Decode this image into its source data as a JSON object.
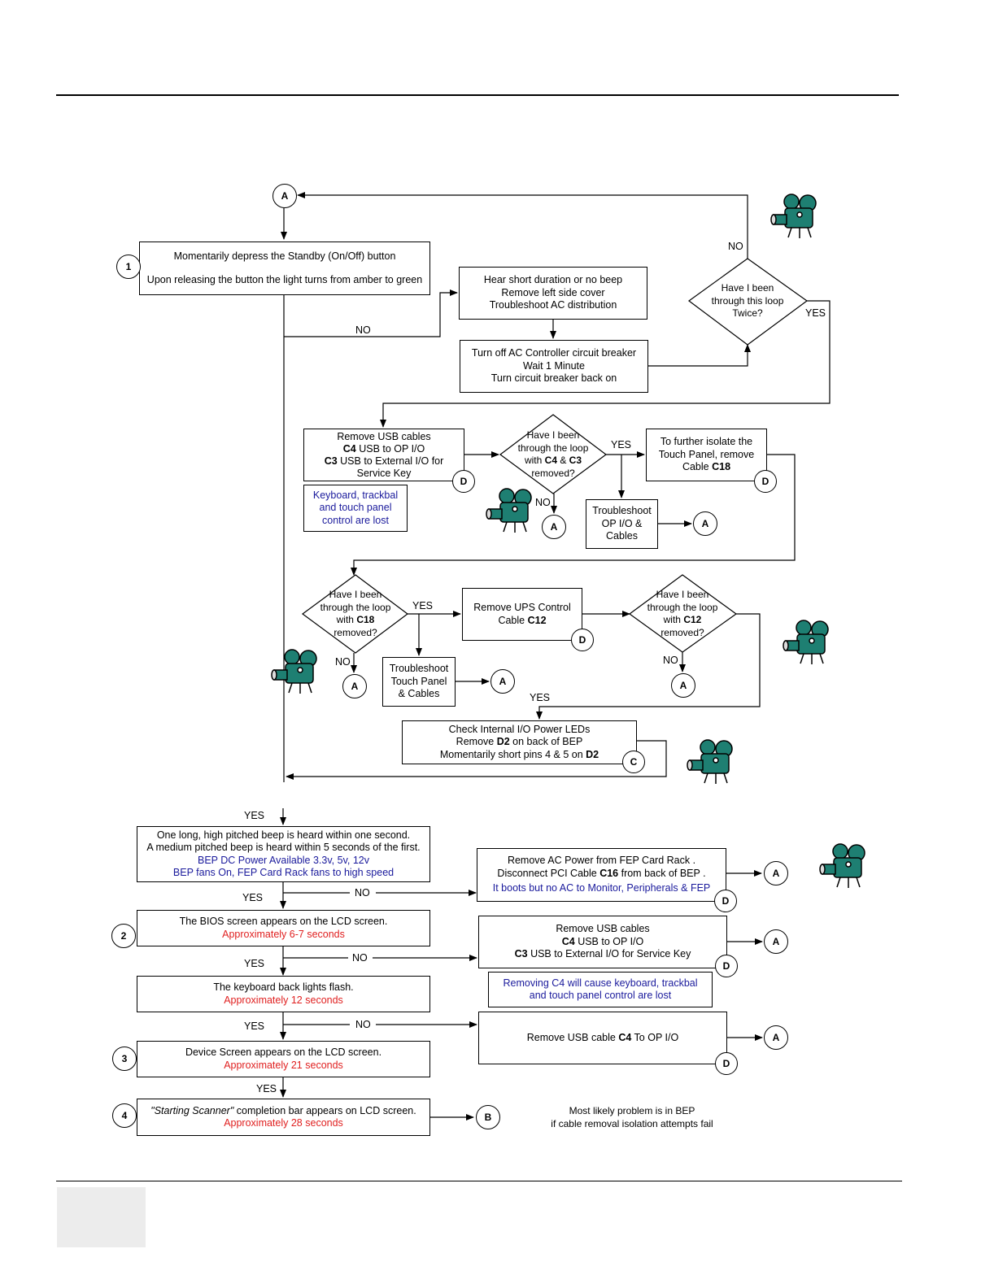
{
  "loop": {
    "step1": {
      "num": "1",
      "line1": "Momentarily depress the Standby (On/Off) button",
      "line2": "Upon releasing the button the light turns from amber to green"
    },
    "beep": {
      "line1": "Hear short duration or no beep",
      "line2": "Remove left side cover",
      "line3": "Troubleshoot AC distribution"
    },
    "acoff": {
      "line1": "Turn off AC Controller circuit breaker",
      "line2": "Wait 1 Minute",
      "line3": "Turn circuit breaker back on"
    },
    "twice": {
      "line1": "Have I been",
      "line2": "through this loop",
      "line3": "Twice?"
    },
    "usb": {
      "line1": "Remove USB cables",
      "line2": "USB to OP I/O",
      "line2b": "C4",
      "line3": "USB to External I/O for",
      "line3b": "C3",
      "line4": "Service Key"
    },
    "usb_note": {
      "line1": "Keyboard, trackbal",
      "line2": "and touch panel",
      "line3": "control are lost"
    },
    "c4c3": {
      "line1": "Have I been",
      "line2": "through the loop",
      "line3a": "with ",
      "line3b": "C4",
      "line3c": " & ",
      "line3d": "C3",
      "line4": "removed?"
    },
    "c18iso": {
      "line1": "To further isolate the",
      "line2": "Touch Panel, remove",
      "line3a": "Cable ",
      "line3b": "C18"
    },
    "tsop": {
      "line1": "Troubleshoot",
      "line2": "OP I/O  &",
      "line3": "Cables"
    },
    "c18q": {
      "line1": "Have I been",
      "line2": "through the loop",
      "line3a": "with ",
      "line3b": "C18",
      "line4": "removed?"
    },
    "ups": {
      "line1": "Remove UPS Control",
      "line2a": "Cable ",
      "line2b": "C12"
    },
    "c12q": {
      "line1": "Have I been",
      "line2": "through the loop",
      "line3a": "with ",
      "line3b": "C12",
      "line4": "removed?"
    },
    "tstp": {
      "line1": "Troubleshoot",
      "line2": "Touch Panel",
      "line3": "& Cables"
    },
    "leds": {
      "line1": "Check Internal I/O Power LEDs",
      "line2a": "Remove ",
      "line2b": "D2",
      "line2c": " on back of BEP",
      "line3a": "Momentarily short pins 4 & 5 on ",
      "line3b": "D2"
    }
  },
  "boot": {
    "beep": {
      "line1": "One long, high pitched beep is heard within one second.",
      "line2": "A medium pitched beep is heard within 5 seconds of the first.",
      "line3": "BEP DC Power Available 3.3v, 5v, 12v",
      "line4": "BEP fans On, FEP Card Rack fans to high speed"
    },
    "fep": {
      "line1": "Remove AC Power from FEP Card Rack .",
      "line2a": "Disconnect PCI Cable  ",
      "line2b": "C16",
      "line2c": " from back of BEP .",
      "line3": "It boots but no AC to Monitor, Peripherals & FEP"
    },
    "bios": {
      "num": "2",
      "line1": "The BIOS screen appears on the LCD screen.",
      "line2": "Approximately 6-7 seconds"
    },
    "usb2": {
      "line1": "Remove USB cables",
      "line2a": "C4",
      "line2b": " USB to OP  I/O",
      "line3a": "C3",
      "line3b": " USB to External I/O for Service Key"
    },
    "usb2_note": {
      "line1": "Removing C4 will cause keyboard, trackbal",
      "line2": "and touch panel control are lost"
    },
    "kb": {
      "line1": "The keyboard back lights flash.",
      "line2": "Approximately 12 seconds"
    },
    "usb3": {
      "line1a": "Remove USB cable  ",
      "line1b": "C4",
      "line1c": " To OP I/O"
    },
    "dev": {
      "num": "3",
      "line1": "Device Screen appears on the LCD screen.",
      "line2": "Approximately 21 seconds"
    },
    "scan": {
      "num": "4",
      "line1a": "\"Starting Scanner\"",
      "line1b": " completion bar appears on LCD screen.",
      "line2": "Approximately 28 seconds"
    },
    "bep_note": {
      "line1": "Most likely problem is in BEP",
      "line2": "if cable removal isolation attempts fail"
    }
  },
  "connectors": {
    "a": "A",
    "b": "B",
    "c": "C",
    "d": "D"
  },
  "labels": {
    "yes": "YES",
    "no": "NO"
  },
  "colors": {
    "note_blue": "#1a1a9c",
    "timing_red": "#e02020",
    "camera_teal": "#1e7f72"
  }
}
